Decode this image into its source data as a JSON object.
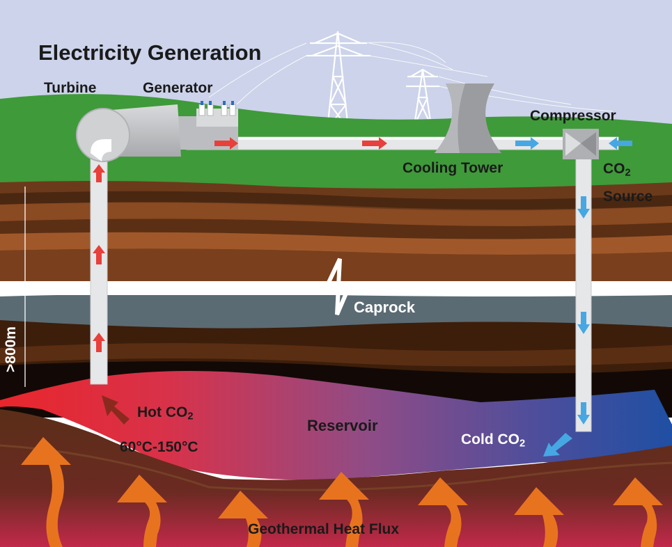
{
  "labels": {
    "title": "Electricity Generation",
    "turbine": "Turbine",
    "generator": "Generator",
    "compressor": "Compressor",
    "cooling_tower": "Cooling Tower",
    "co2_source_line1": "CO",
    "co2_source_sub": "2",
    "co2_source_line2": "Source",
    "caprock": "Caprock",
    "depth": ">800m",
    "hot_co2": "Hot CO",
    "hot_co2_sub": "2",
    "temperature": "60°C-150°C",
    "reservoir": "Reservoir",
    "cold_co2": "Cold CO",
    "cold_co2_sub": "2",
    "heat_flux": "Geothermal Heat Flux"
  },
  "colors": {
    "sky": "#ccd3ea",
    "grass": "#3f9a3a",
    "pipe": "#e6e7e9",
    "hot_arrow": "#e8403a",
    "cold_arrow": "#46a7e3",
    "heat_arrow": "#e8731f",
    "caprock": "#5b6b74"
  }
}
